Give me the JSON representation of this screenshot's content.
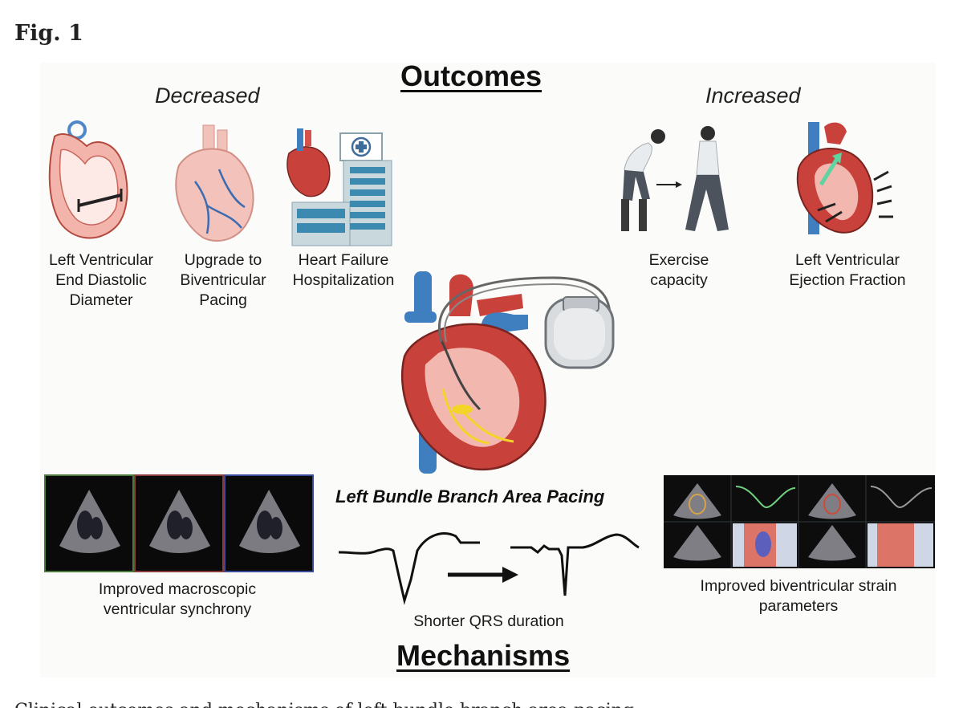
{
  "figure": {
    "label": "Fig. 1",
    "caption": "Clinical outcomes and mechanisms of left bundle branch area pacing"
  },
  "outcomes": {
    "heading": "Outcomes",
    "decreased": {
      "title": "Decreased",
      "items": [
        {
          "icon": "dilated-heart-icon",
          "lines": [
            "Left Ventricular",
            "End Diastolic",
            "Diameter"
          ]
        },
        {
          "icon": "heart-vessels-icon",
          "lines": [
            "Upgrade to",
            "Biventricular",
            "Pacing"
          ]
        },
        {
          "icon": "hospital-icon",
          "lines": [
            "Heart Failure",
            "Hospitalization"
          ]
        }
      ]
    },
    "increased": {
      "title": "Increased",
      "items": [
        {
          "icon": "walking-person-icon",
          "lines": [
            "Exercise",
            "capacity"
          ]
        },
        {
          "icon": "ejection-heart-icon",
          "lines": [
            "Left Ventricular",
            "Ejection Fraction"
          ]
        }
      ]
    }
  },
  "centre": {
    "title": "Left Bundle Branch Area Pacing",
    "icon": "heart-with-pacemaker-icon"
  },
  "mechanisms": {
    "heading": "Mechanisms",
    "items": [
      {
        "icon": "echocardiogram-icon",
        "lines": [
          "Improved macroscopic",
          "ventricular synchrony"
        ]
      },
      {
        "icon": "ecg-waveform-icon",
        "lines": [
          "Shorter QRS duration"
        ]
      },
      {
        "icon": "strain-imaging-icon",
        "lines": [
          "Improved biventricular strain",
          "parameters"
        ]
      }
    ]
  },
  "colors": {
    "heart_red": "#c8413b",
    "vein_blue": "#3f7fc0",
    "pink_heart": "#f2b8b0",
    "lead_yellow": "#f3d52a",
    "arrow_green": "#5fd3a0"
  }
}
